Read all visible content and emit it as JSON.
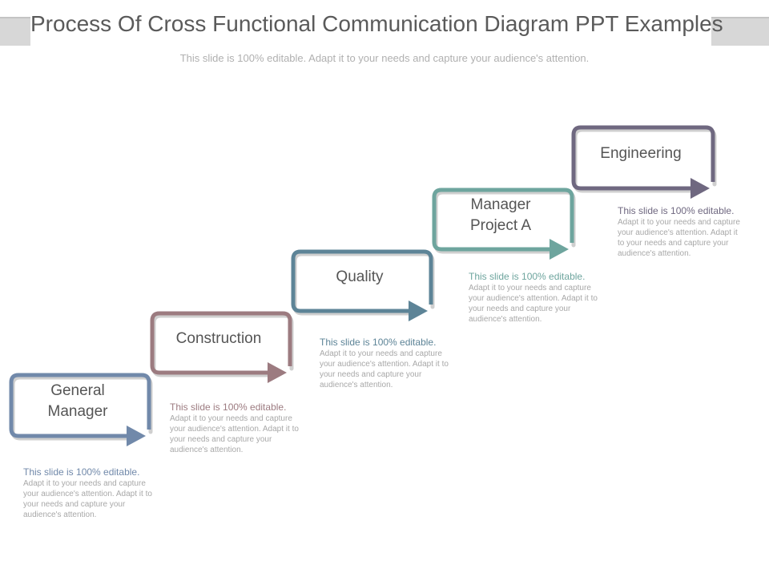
{
  "header": {
    "title": "Process Of Cross Functional Communication Diagram PPT Examples",
    "subtitle": "This slide is 100% editable. Adapt it to your needs and capture your audience's attention."
  },
  "steps": [
    {
      "label_lines": [
        "General",
        "Manager"
      ],
      "color": "#7189aa",
      "desc_head": "This slide is 100% editable.",
      "desc_lines": [
        "Adapt it to your needs and capture",
        "your audience's attention. Adapt it to",
        "your needs and capture your",
        "audience's attention."
      ]
    },
    {
      "label_lines": [
        "Construction"
      ],
      "color": "#9c7b80",
      "desc_head": "This slide is 100% editable.",
      "desc_lines": [
        "Adapt it to your needs and capture",
        "your audience's attention. Adapt it to",
        "your needs and capture your",
        "audience's attention."
      ]
    },
    {
      "label_lines": [
        "Quality"
      ],
      "color": "#5d8497",
      "desc_head": "This slide is 100% editable.",
      "desc_lines": [
        "Adapt it to your needs and capture",
        "your audience's attention. Adapt it to",
        "your needs and capture your",
        "audience's attention."
      ]
    },
    {
      "label_lines": [
        "Manager",
        "Project A"
      ],
      "color": "#6ea59e",
      "desc_head": "This slide is 100% editable.",
      "desc_lines": [
        "Adapt it to your needs and capture",
        "your audience's attention. Adapt it to",
        "your needs and capture your",
        "audience's attention."
      ]
    },
    {
      "label_lines": [
        "Engineering"
      ],
      "color": "#6f6880",
      "desc_head": "This slide is 100% editable.",
      "desc_lines": [
        "Adapt it to your needs and capture",
        "your audience's attention. Adapt it",
        "to your needs and capture your",
        "audience's attention."
      ]
    }
  ]
}
